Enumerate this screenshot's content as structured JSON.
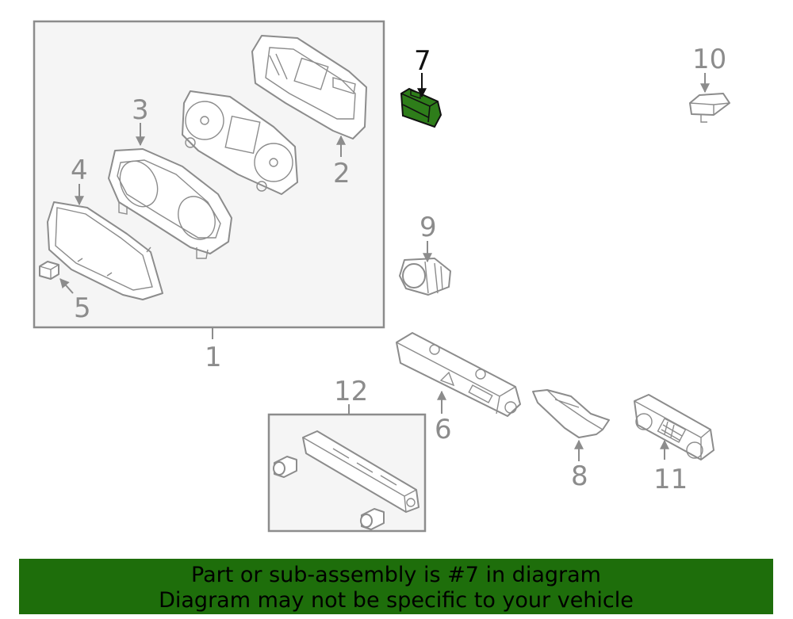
{
  "callouts": {
    "c1": "1",
    "c2": "2",
    "c3": "3",
    "c4": "4",
    "c5": "5",
    "c6": "6",
    "c7": "7",
    "c8": "8",
    "c9": "9",
    "c10": "10",
    "c11": "11",
    "c12": "12"
  },
  "highlight": {
    "part": "7",
    "color": "#2e7d1a"
  },
  "footer": {
    "line1": "Part or sub-assembly is #7 in diagram",
    "line2": "Diagram may not be specific to your vehicle",
    "background": "#1e6e0b"
  }
}
